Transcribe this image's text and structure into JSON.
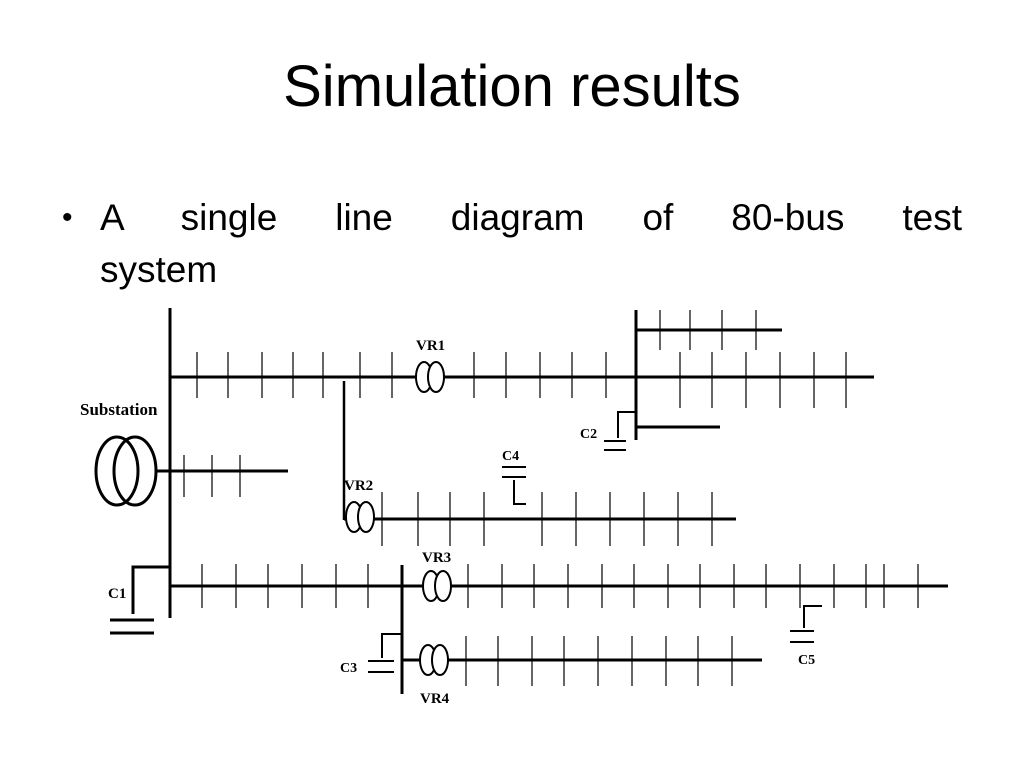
{
  "slide": {
    "title": "Simulation results",
    "bullet_symbol": "•",
    "bullet_line1": "A single line diagram of 80-bus test",
    "bullet_line2": "system"
  },
  "diagram": {
    "labels": {
      "substation": "Substation",
      "vr1": "VR1",
      "vr2": "VR2",
      "vr3": "VR3",
      "vr4": "VR4",
      "c1": "C1",
      "c2": "C2",
      "c3": "C3",
      "c4": "C4",
      "c5": "C5"
    }
  }
}
